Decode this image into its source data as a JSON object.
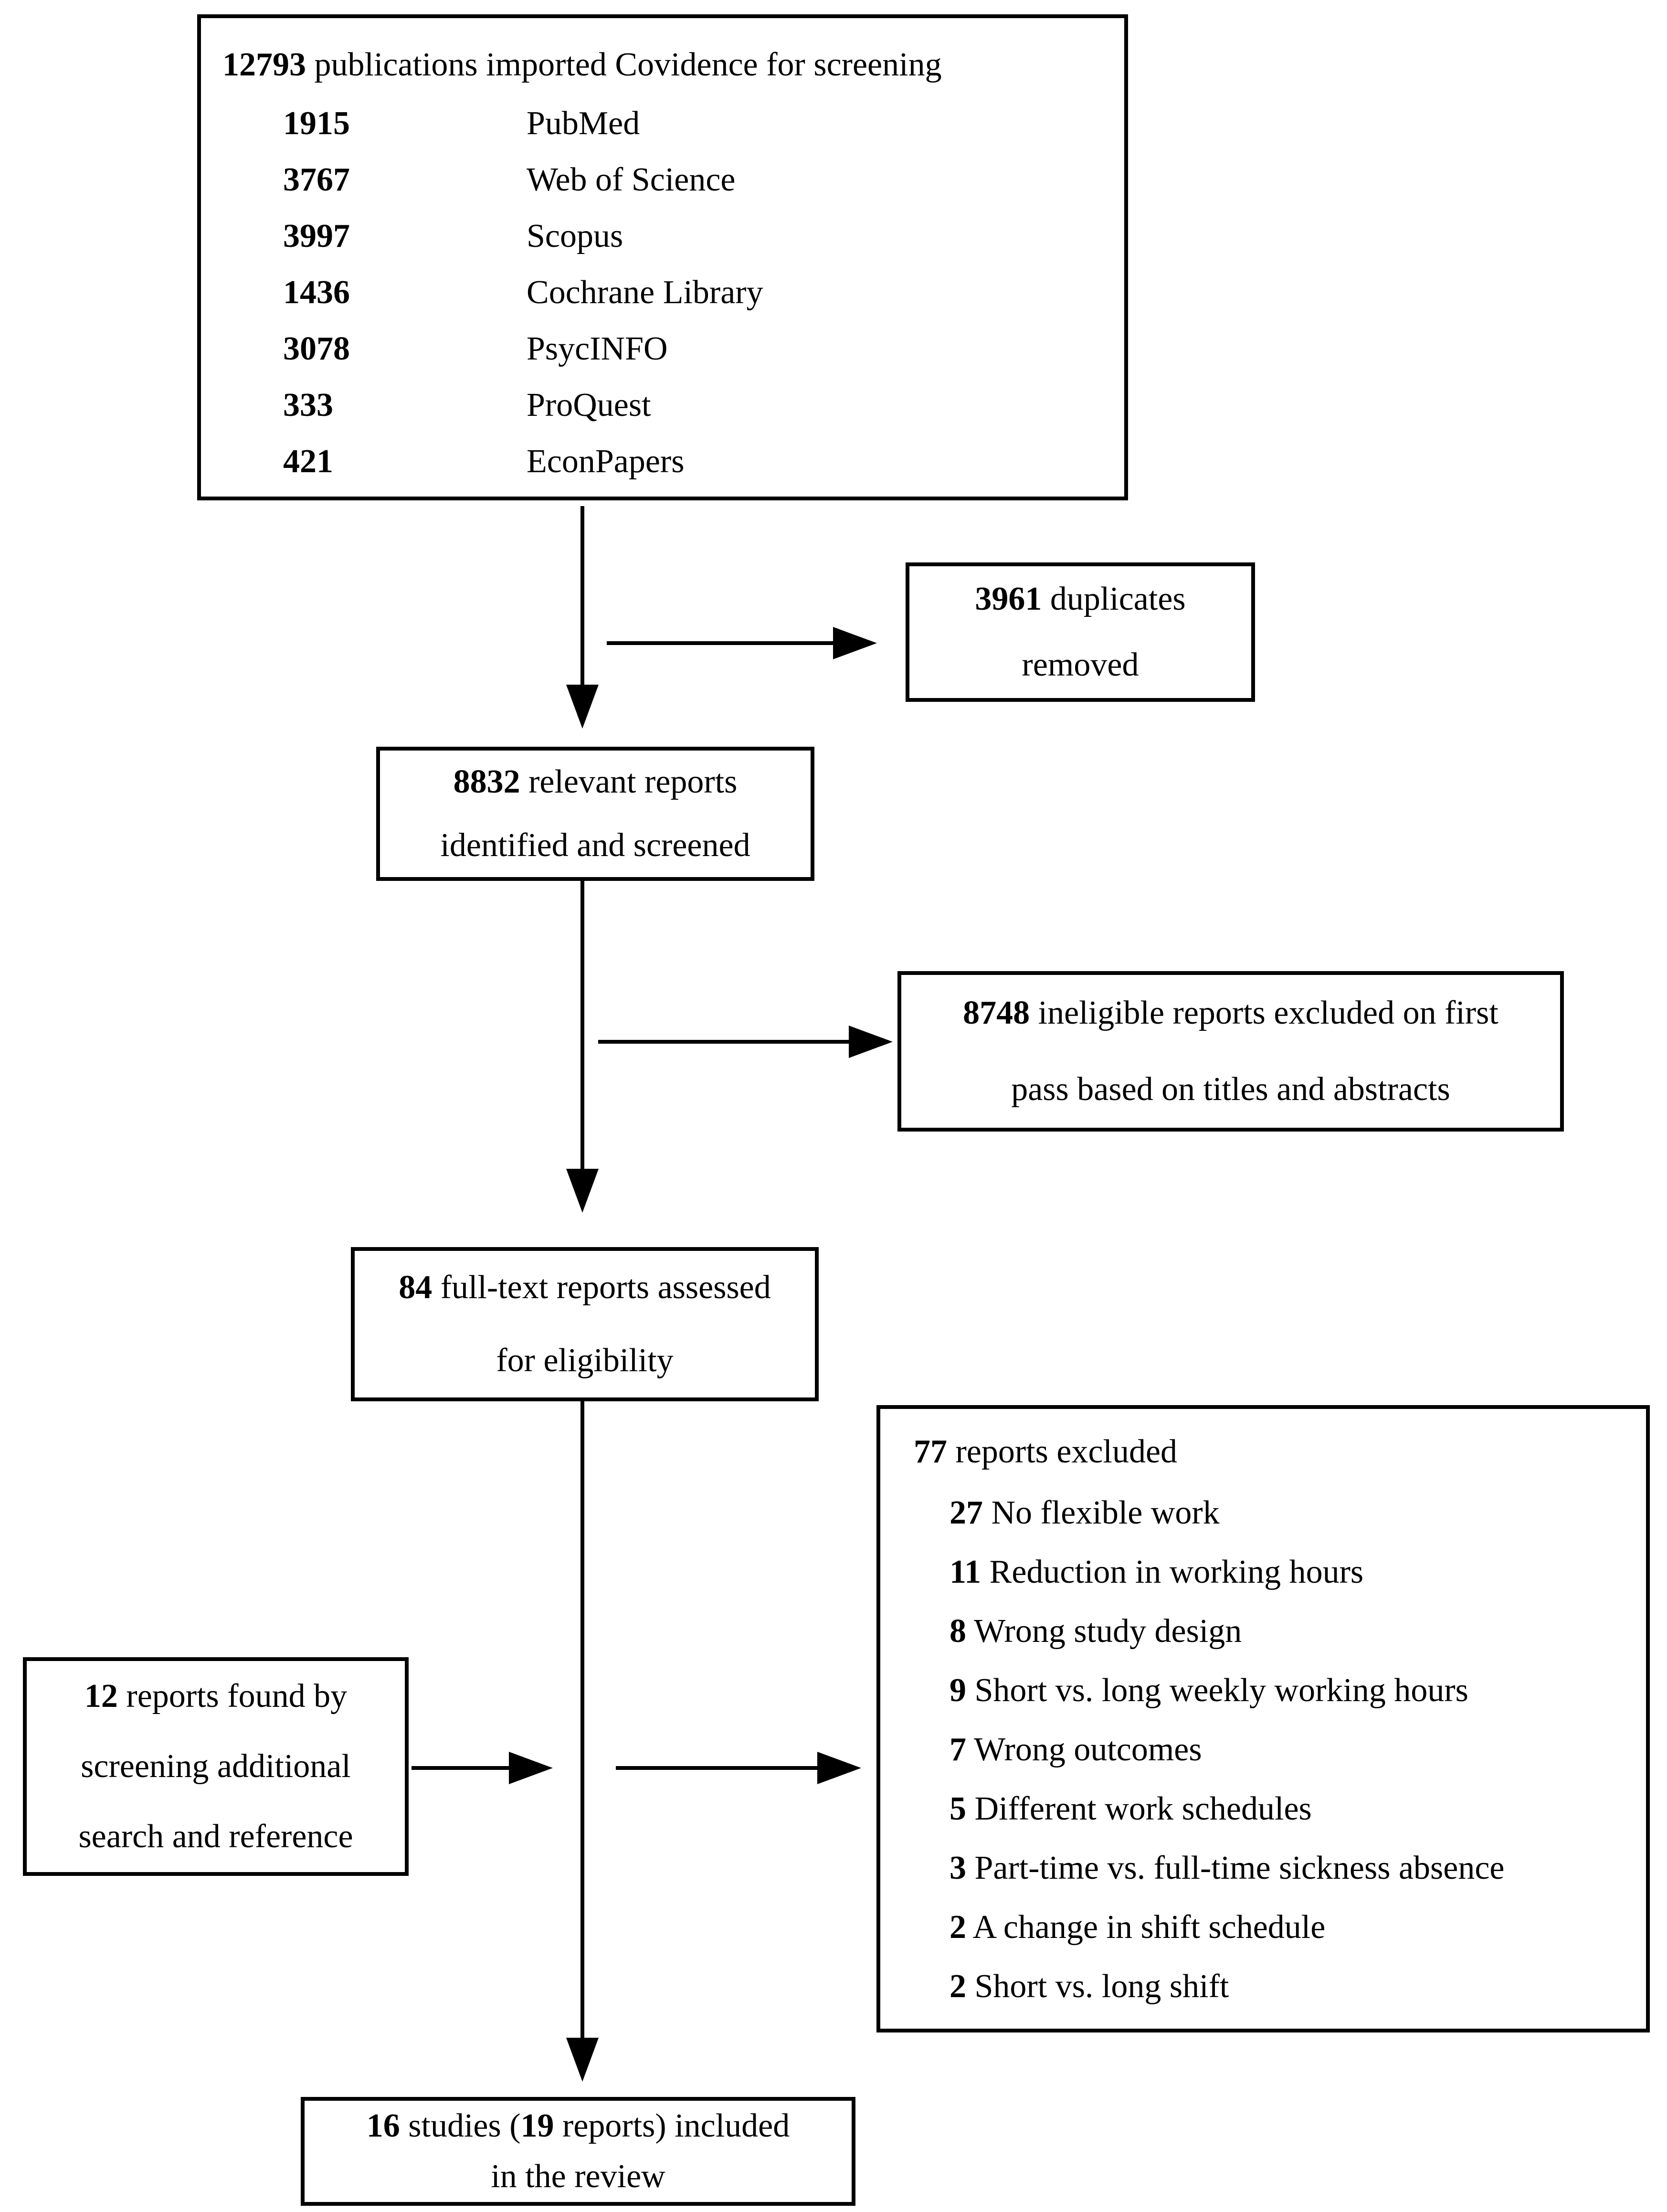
{
  "page": {
    "background": "#ffffff",
    "ink": "#000000"
  },
  "flow": {
    "imported": {
      "number": "12793",
      "rest": " publications imported Covidence for screening",
      "sources": [
        {
          "count": "1915",
          "name": "PubMed"
        },
        {
          "count": "3767",
          "name": "Web of Science"
        },
        {
          "count": "3997",
          "name": "Scopus"
        },
        {
          "count": "1436",
          "name": "Cochrane Library"
        },
        {
          "count": "3078",
          "name": "PsycINFO"
        },
        {
          "count": "333",
          "name": "ProQuest"
        },
        {
          "count": "421",
          "name": "EconPapers"
        }
      ]
    },
    "duplicates": {
      "number": "3961",
      "rest": " duplicates",
      "line2": "removed"
    },
    "screened": {
      "number": "8832",
      "rest": " relevant reports",
      "line2": "identified and screened"
    },
    "first_pass": {
      "number": "8748",
      "rest": " ineligible reports excluded on first",
      "line2": "pass based on titles and abstracts"
    },
    "full_text": {
      "number": "84",
      "rest": " full-text reports assessed",
      "line2": "for eligibility"
    },
    "excluded": {
      "number": "77",
      "rest": " reports excluded",
      "reasons": [
        {
          "count": "27",
          "text": " No flexible work"
        },
        {
          "count": "11",
          "text": " Reduction in working hours"
        },
        {
          "count": "8",
          "text": " Wrong study design"
        },
        {
          "count": "9",
          "text": " Short vs. long weekly working hours"
        },
        {
          "count": "7",
          "text": " Wrong outcomes"
        },
        {
          "count": "5",
          "text": " Different work schedules"
        },
        {
          "count": "3",
          "text": " Part-time vs. full-time sickness absence"
        },
        {
          "count": "2",
          "text": " A change in shift schedule"
        },
        {
          "count": "2",
          "text": " Short vs. long shift"
        }
      ]
    },
    "additional": {
      "number": "12",
      "rest": " reports found by",
      "line2": "screening additional",
      "line3": "search and reference"
    },
    "included": {
      "number": "16",
      "seg1": " studies (",
      "number2": "19",
      "seg2": " reports) included",
      "line2": "in the review"
    }
  }
}
